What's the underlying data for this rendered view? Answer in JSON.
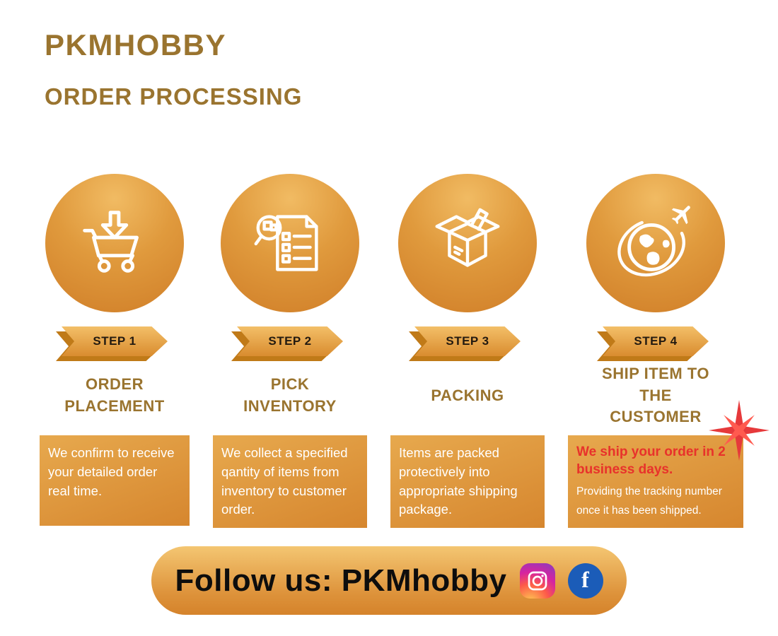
{
  "header": {
    "brand": "PKMHOBBY",
    "title": "ORDER PROCESSING"
  },
  "steps": [
    {
      "badge": "STEP 1",
      "title": "ORDER PLACEMENT",
      "description": "We confirm to receive your detailed order real time.",
      "icon": "cart-download-icon"
    },
    {
      "badge": "STEP 2",
      "title": "PICK INVENTORY",
      "description": "We collect a specified qantity of items from inventory to customer order.",
      "icon": "pick-inventory-icon"
    },
    {
      "badge": "STEP 3",
      "title": "PACKING",
      "description": "Items are packed protectively into appropriate shipping package.",
      "icon": "packing-box-icon"
    },
    {
      "badge": "STEP 4",
      "title": "SHIP ITEM TO THE CUSTOMER",
      "description_highlight": "We ship your order in 2 business days.",
      "description": "Providing the tracking number once it has been shipped.",
      "icon": "global-shipping-icon"
    }
  ],
  "footer": {
    "text": "Follow us: PKMhobby",
    "social": [
      {
        "name": "instagram-icon"
      },
      {
        "name": "facebook-icon",
        "glyph": "f"
      }
    ]
  },
  "colors": {
    "brand_text": "#9a742f",
    "gold_light": "#f2bc65",
    "gold_dark": "#d5832b",
    "highlight_red": "#e8322b",
    "starburst_red": "#e6393b",
    "facebook_blue": "#1b5cb8",
    "text_on_gold": "#ffffff"
  }
}
